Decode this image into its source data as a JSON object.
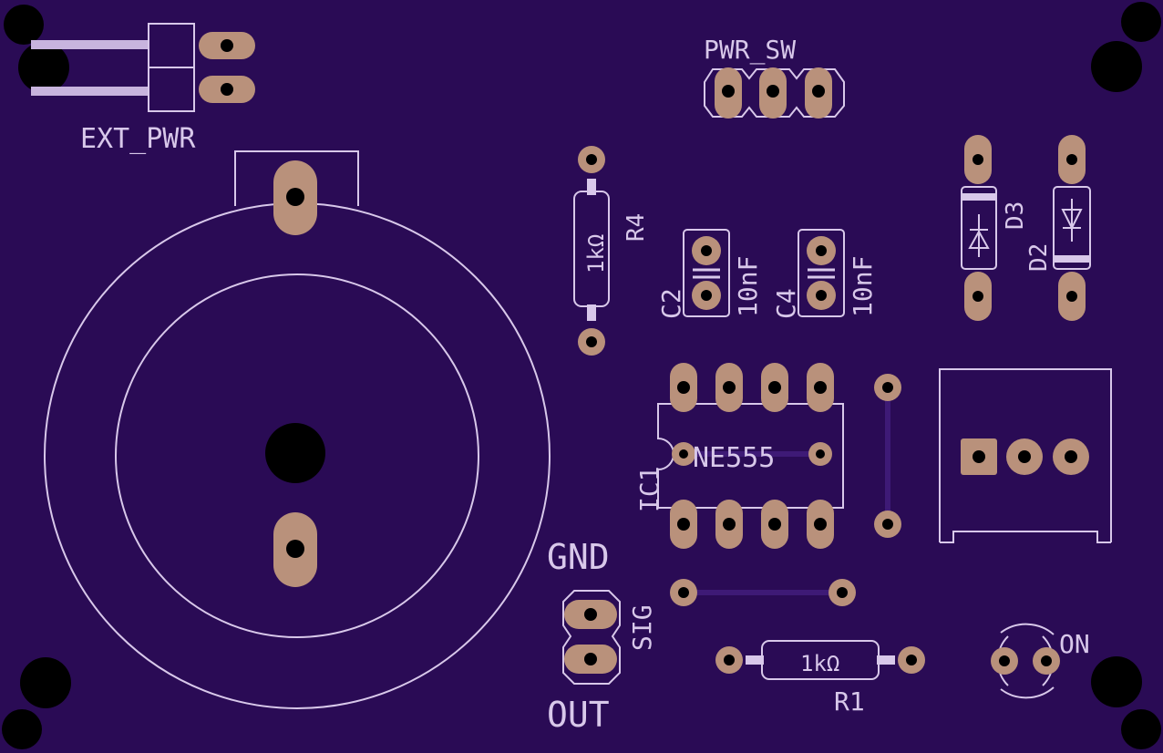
{
  "board": {
    "background_color": "#2a0b55",
    "silkscreen_color": "#d8c8ea",
    "pad_color": "#b9917b",
    "trace_color": "#3e1a76"
  },
  "labels": {
    "ext_pwr": "EXT_PWR",
    "pwr_sw": "PWR_SW",
    "r4_ref": "R4",
    "r4_value": "1kΩ",
    "c2_ref": "C2",
    "c2_value": "10nF",
    "c4_ref": "C4",
    "c4_value": "10nF",
    "d3_ref": "D3",
    "d2_ref": "D2",
    "ic1_ref": "IC1",
    "ic1_value": "NE555",
    "gnd": "GND",
    "sig": "SIG",
    "out": "OUT",
    "r1_value": "1kΩ",
    "r1_ref": "R1",
    "on": "ON"
  }
}
